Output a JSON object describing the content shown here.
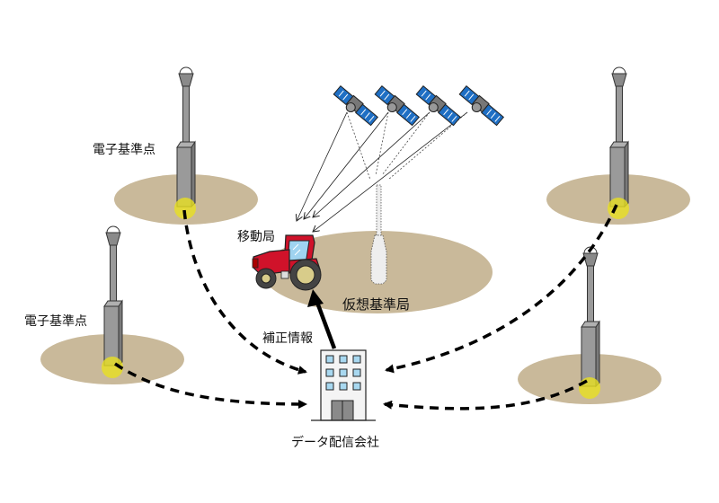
{
  "title": "VRS (仮想基準局) 方式のしくみ",
  "labels": {
    "reference_station_top_left": "電子基準点",
    "reference_station_mid_left": "電子基準点",
    "mobile_station": "移動局",
    "virtual_reference_station": "仮想基準局",
    "correction_info": "補正情報",
    "data_company": "データ配信会社"
  },
  "colors": {
    "ground": "#c9b99a",
    "satellite_panel": "#1f6fc4",
    "satellite_body": "#808080",
    "pillar": "#9a9a9a",
    "antenna_glow": "#e8e020",
    "tractor_body": "#d0122a",
    "tractor_window": "#9fd3f0",
    "wheel_hub": "#d8cc8a",
    "building_window": "#a8d8f0",
    "building_door": "#8a8a8a",
    "arrow": "#000000"
  },
  "icons": {
    "satellite": "satellite-icon",
    "reference_station": "gnss-pillar-icon",
    "tractor": "tractor-icon",
    "building": "office-building-icon"
  },
  "satellite_count": 4,
  "reference_station_count": 4
}
